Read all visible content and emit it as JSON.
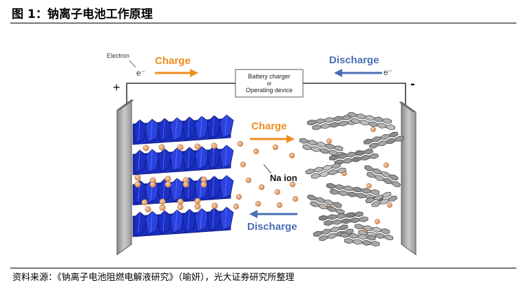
{
  "figure": {
    "title": "图 1：钠离子电池工作原理",
    "source": "资料来源：《钠离子电池阻燃电解液研究》（喻妍），光大证券研究所整理"
  },
  "diagram": {
    "electron_label": "Electron",
    "electron_symbol_left": "e⁻",
    "electron_symbol_right": "e⁻",
    "plus_sign": "+",
    "minus_sign": "-",
    "charge_top": "Charge",
    "discharge_top": "Discharge",
    "device_line1": "Battery charger",
    "device_line2": "or",
    "device_line3": "Operating device",
    "charge_mid": "Charge",
    "na_ion": "Na ion",
    "discharge_bottom": "Discharge",
    "colors": {
      "charge": "#f08c1e",
      "discharge": "#4a6fb5",
      "cathode_blue": "#1a2fc2",
      "ion": "#e8a878",
      "ion_edge": "#b8703c",
      "graphite": "#b5b5b5"
    }
  }
}
